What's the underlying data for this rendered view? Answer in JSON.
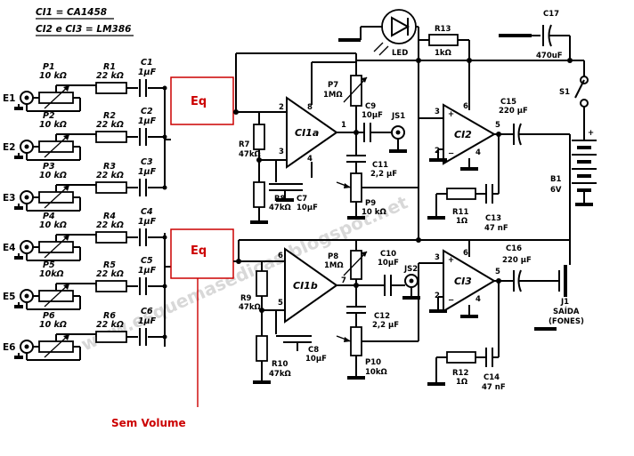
{
  "header": {
    "line1": "CI1 = CA1458",
    "line2": "CI2 e CI3 = LM386"
  },
  "inputs": [
    "E1",
    "E2",
    "E3",
    "E4",
    "E5",
    "E6"
  ],
  "pots_in": [
    {
      "name": "P1",
      "value": "10 kΩ"
    },
    {
      "name": "P2",
      "value": "10 kΩ"
    },
    {
      "name": "P3",
      "value": "10 kΩ"
    },
    {
      "name": "P4",
      "value": "10 kΩ"
    },
    {
      "name": "P5",
      "value": "10kΩ"
    },
    {
      "name": "P6",
      "value": "10 kΩ"
    }
  ],
  "resistors_in": [
    {
      "name": "R1",
      "value": "22 kΩ"
    },
    {
      "name": "R2",
      "value": "22 kΩ"
    },
    {
      "name": "R3",
      "value": "22 kΩ"
    },
    {
      "name": "R4",
      "value": "22 kΩ"
    },
    {
      "name": "R5",
      "value": "22 kΩ"
    },
    {
      "name": "R6",
      "value": "22 kΩ"
    }
  ],
  "caps_in": [
    {
      "name": "C1",
      "value": "1µF"
    },
    {
      "name": "C2",
      "value": "1µF"
    },
    {
      "name": "C3",
      "value": "1µF"
    },
    {
      "name": "C4",
      "value": "1µF"
    },
    {
      "name": "C5",
      "value": "1µF"
    },
    {
      "name": "C6",
      "value": "1µF"
    }
  ],
  "eq_label": "Eq",
  "sem_volume": "Sem Volume",
  "watermark": "www.esquemasedicas.blogspot.net",
  "ic": {
    "ci1a": "CI1a",
    "ci1b": "CI1b",
    "ci2": "CI2",
    "ci3": "CI3"
  },
  "parts": {
    "r7": "R7",
    "r7v": "47kΩ",
    "r8": "R8",
    "r8v": "47kΩ",
    "c7": "C7",
    "c7v": "10µF",
    "p7": "P7",
    "p7v": "1MΩ",
    "c9": "C9",
    "c9v": "10µF",
    "js1": "JS1",
    "c11": "C11",
    "c11v": "2,2 µF",
    "p9": "P9",
    "p9v": "10 kΩ",
    "led": "LED",
    "r13": "R13",
    "r13v": "1kΩ",
    "c17": "C17",
    "c17v": "470uF",
    "s1": "S1",
    "b1": "B1",
    "b1v": "6V",
    "c15": "C15",
    "c15v": "220 µF",
    "r11": "R11",
    "r11v": "1Ω",
    "c13": "C13",
    "c13v": "47 nF",
    "r9": "R9",
    "r9v": "47kΩ",
    "r10": "R10",
    "r10v": "47kΩ",
    "c8": "C8",
    "c8v": "10µF",
    "p8": "P8",
    "p8v": "1MΩ",
    "c10": "C10",
    "c10v": "10µF",
    "js2": "JS2",
    "c12": "C12",
    "c12v": "2,2 µF",
    "p10": "P10",
    "p10v": "10kΩ",
    "c16": "C16",
    "c16v": "220 µF",
    "j1": "J1",
    "j1a": "SAÍDA",
    "j1b": "(FONES)",
    "r12": "R12",
    "r12v": "1Ω",
    "c14": "C14",
    "c14v": "47 nF"
  },
  "pins": {
    "a2": "2",
    "a3": "3",
    "a8": "8",
    "a1": "1",
    "a4": "4",
    "b6": "6",
    "b5": "5",
    "b7": "7",
    "c2_3": "3",
    "c2_2": "2",
    "c2_6": "6",
    "c2_5": "5",
    "c2_4": "4",
    "c3_3": "3",
    "c3_2": "2",
    "c3_6": "6",
    "c3_5": "5",
    "c3_4": "4"
  },
  "colors": {
    "annotation": "#cc0000",
    "ink": "#000000",
    "watermark": "#d8d8d8"
  }
}
